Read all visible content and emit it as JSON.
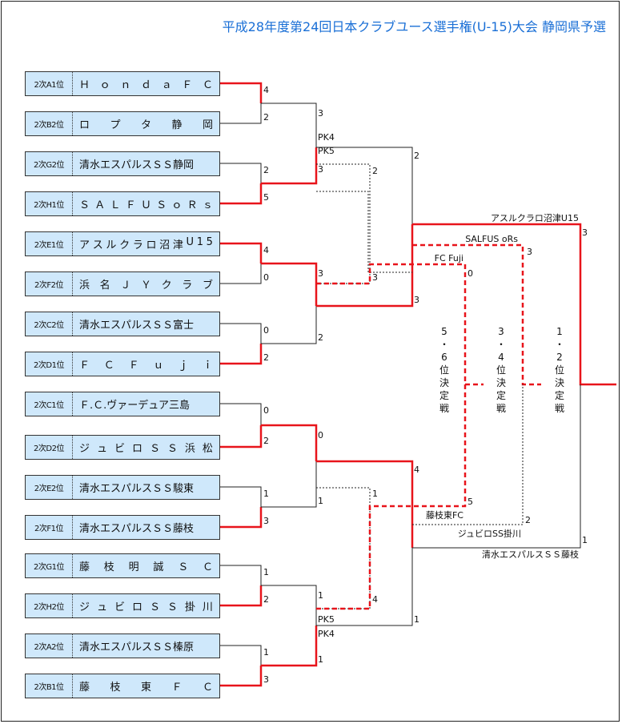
{
  "title": "平成28年度第24回日本クラブユース選手権(U-15)大会 静岡県予選",
  "colors": {
    "win": "#e8141b",
    "line": "#222222",
    "title": "#1a6fd6",
    "cell": "#cfe8fb"
  },
  "teams": [
    {
      "seed": "2次A1位",
      "name": "ＨｏｎｄａＦＣ",
      "spread": true
    },
    {
      "seed": "2次B2位",
      "name": "ロプタ静岡",
      "spread": true
    },
    {
      "seed": "2次G2位",
      "name": "清水エスパルスＳＳ静岡",
      "spread": false
    },
    {
      "seed": "2次H1位",
      "name": "ＳＡＬＦＵＳｏＲｓ",
      "spread": true
    },
    {
      "seed": "2次E1位",
      "name": "アスルクラロ沼津U15",
      "spread": true
    },
    {
      "seed": "2次F2位",
      "name": "浜名ＪＹクラブ",
      "spread": true
    },
    {
      "seed": "2次C2位",
      "name": "清水エスパルスＳＳ富士",
      "spread": false
    },
    {
      "seed": "2次D1位",
      "name": "ＦＣＦｕｊｉ",
      "spread": true
    },
    {
      "seed": "2次C1位",
      "name": "Ｆ.Ｃ.ヴァーデュア三島",
      "spread": false
    },
    {
      "seed": "2次D2位",
      "name": "ジュビロＳＳ浜松",
      "spread": true
    },
    {
      "seed": "2次E2位",
      "name": "清水エスパルスＳＳ駿東",
      "spread": false
    },
    {
      "seed": "2次F1位",
      "name": "清水エスパルスＳＳ藤枝",
      "spread": false
    },
    {
      "seed": "2次G1位",
      "name": "藤枝明誠ＳＣ",
      "spread": true
    },
    {
      "seed": "2次H2位",
      "name": "ジュビロＳＳ掛川",
      "spread": true
    },
    {
      "seed": "2次A2位",
      "name": "清水エスパルスＳＳ榛原",
      "spread": false
    },
    {
      "seed": "2次B1位",
      "name": "藤枝東ＦＣ",
      "spread": true
    }
  ],
  "scores": {
    "r1": [
      "4",
      "2",
      "2",
      "5",
      "4",
      "0",
      "0",
      "2",
      "0",
      "2",
      "1",
      "3",
      "1",
      "2",
      "1",
      "3"
    ],
    "r2": [
      "3",
      "3",
      "3",
      "2",
      "0",
      "1",
      "1",
      "1"
    ],
    "pk_top": [
      "PK4",
      "PK5"
    ],
    "pk_bottom": [
      "PK5",
      "PK4"
    ],
    "r3": [
      "2",
      "3",
      "4",
      "1"
    ],
    "sf": [
      "2",
      "3",
      "1",
      "4"
    ]
  },
  "placement": {
    "final_top": {
      "team": "アスルクラロ沼津U15",
      "score": "3"
    },
    "final_bottom": {
      "team": "清水エスパルスＳＳ藤枝",
      "score": "1"
    },
    "third_top": {
      "team": "SALFUS oRs",
      "score": "3"
    },
    "third_bottom": {
      "team": "ジュビロSS掛川",
      "score": "2"
    },
    "fifth_top": {
      "team": "FC Fuji",
      "score": "0"
    },
    "fifth_bottom": {
      "team": "藤枝東FC",
      "score": "5"
    }
  },
  "labels": {
    "fifth": [
      "5",
      "・",
      "6",
      "位",
      "決",
      "定",
      "戦"
    ],
    "third": [
      "3",
      "・",
      "4",
      "位",
      "決",
      "定",
      "戦"
    ],
    "final": [
      "1",
      "・",
      "2",
      "位",
      "決",
      "定",
      "戦"
    ]
  }
}
